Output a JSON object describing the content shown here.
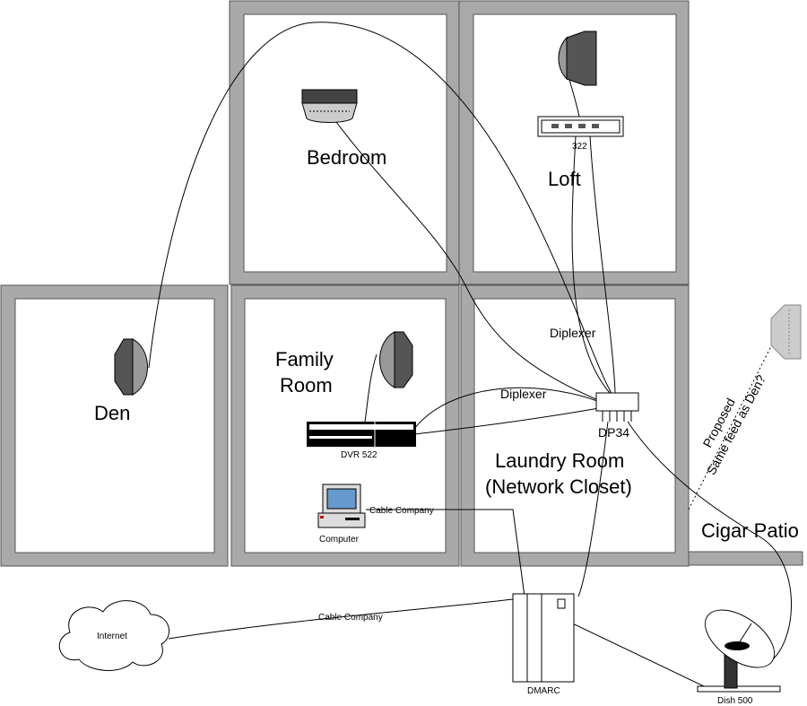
{
  "rooms": {
    "bedroom": "Bedroom",
    "loft": "Loft",
    "den": "Den",
    "family_room_line1": "Family",
    "family_room_line2": "Room",
    "laundry_line1": "Laundry Room",
    "laundry_line2": "(Network Closet)",
    "cigar_patio": "Cigar Patio"
  },
  "devices": {
    "model_322": "322",
    "dp34": "DP34",
    "dvr": "DVR 522",
    "computer": "Computer",
    "dmarc": "DMARC",
    "dish": "Dish 500",
    "internet": "Internet"
  },
  "links": {
    "diplexer_1": "Diplexer",
    "diplexer_2": "Diplexer",
    "cable_company_1": "Cable Company",
    "cable_company_2": "Cable Company",
    "proposed_line1": "Proposed",
    "proposed_line2": "Same feed as Den?"
  }
}
